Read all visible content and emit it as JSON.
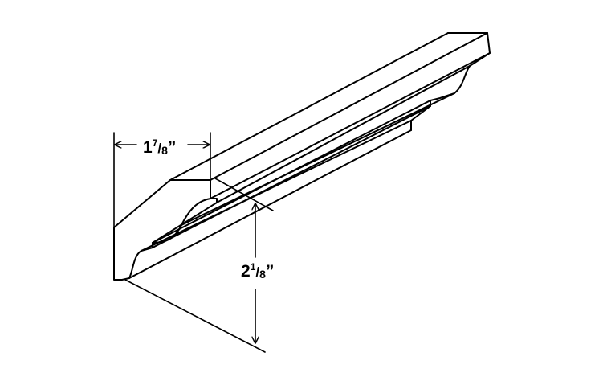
{
  "drawing": {
    "subject": "crown-molding",
    "line_color": "#000000",
    "background": "#ffffff"
  },
  "dimensions": {
    "width": {
      "whole": "1",
      "numerator": "7",
      "slash": "/",
      "denominator": "8",
      "unit": "”"
    },
    "height": {
      "whole": "2",
      "numerator": "1",
      "slash": "/",
      "denominator": "8",
      "unit": "”"
    }
  }
}
